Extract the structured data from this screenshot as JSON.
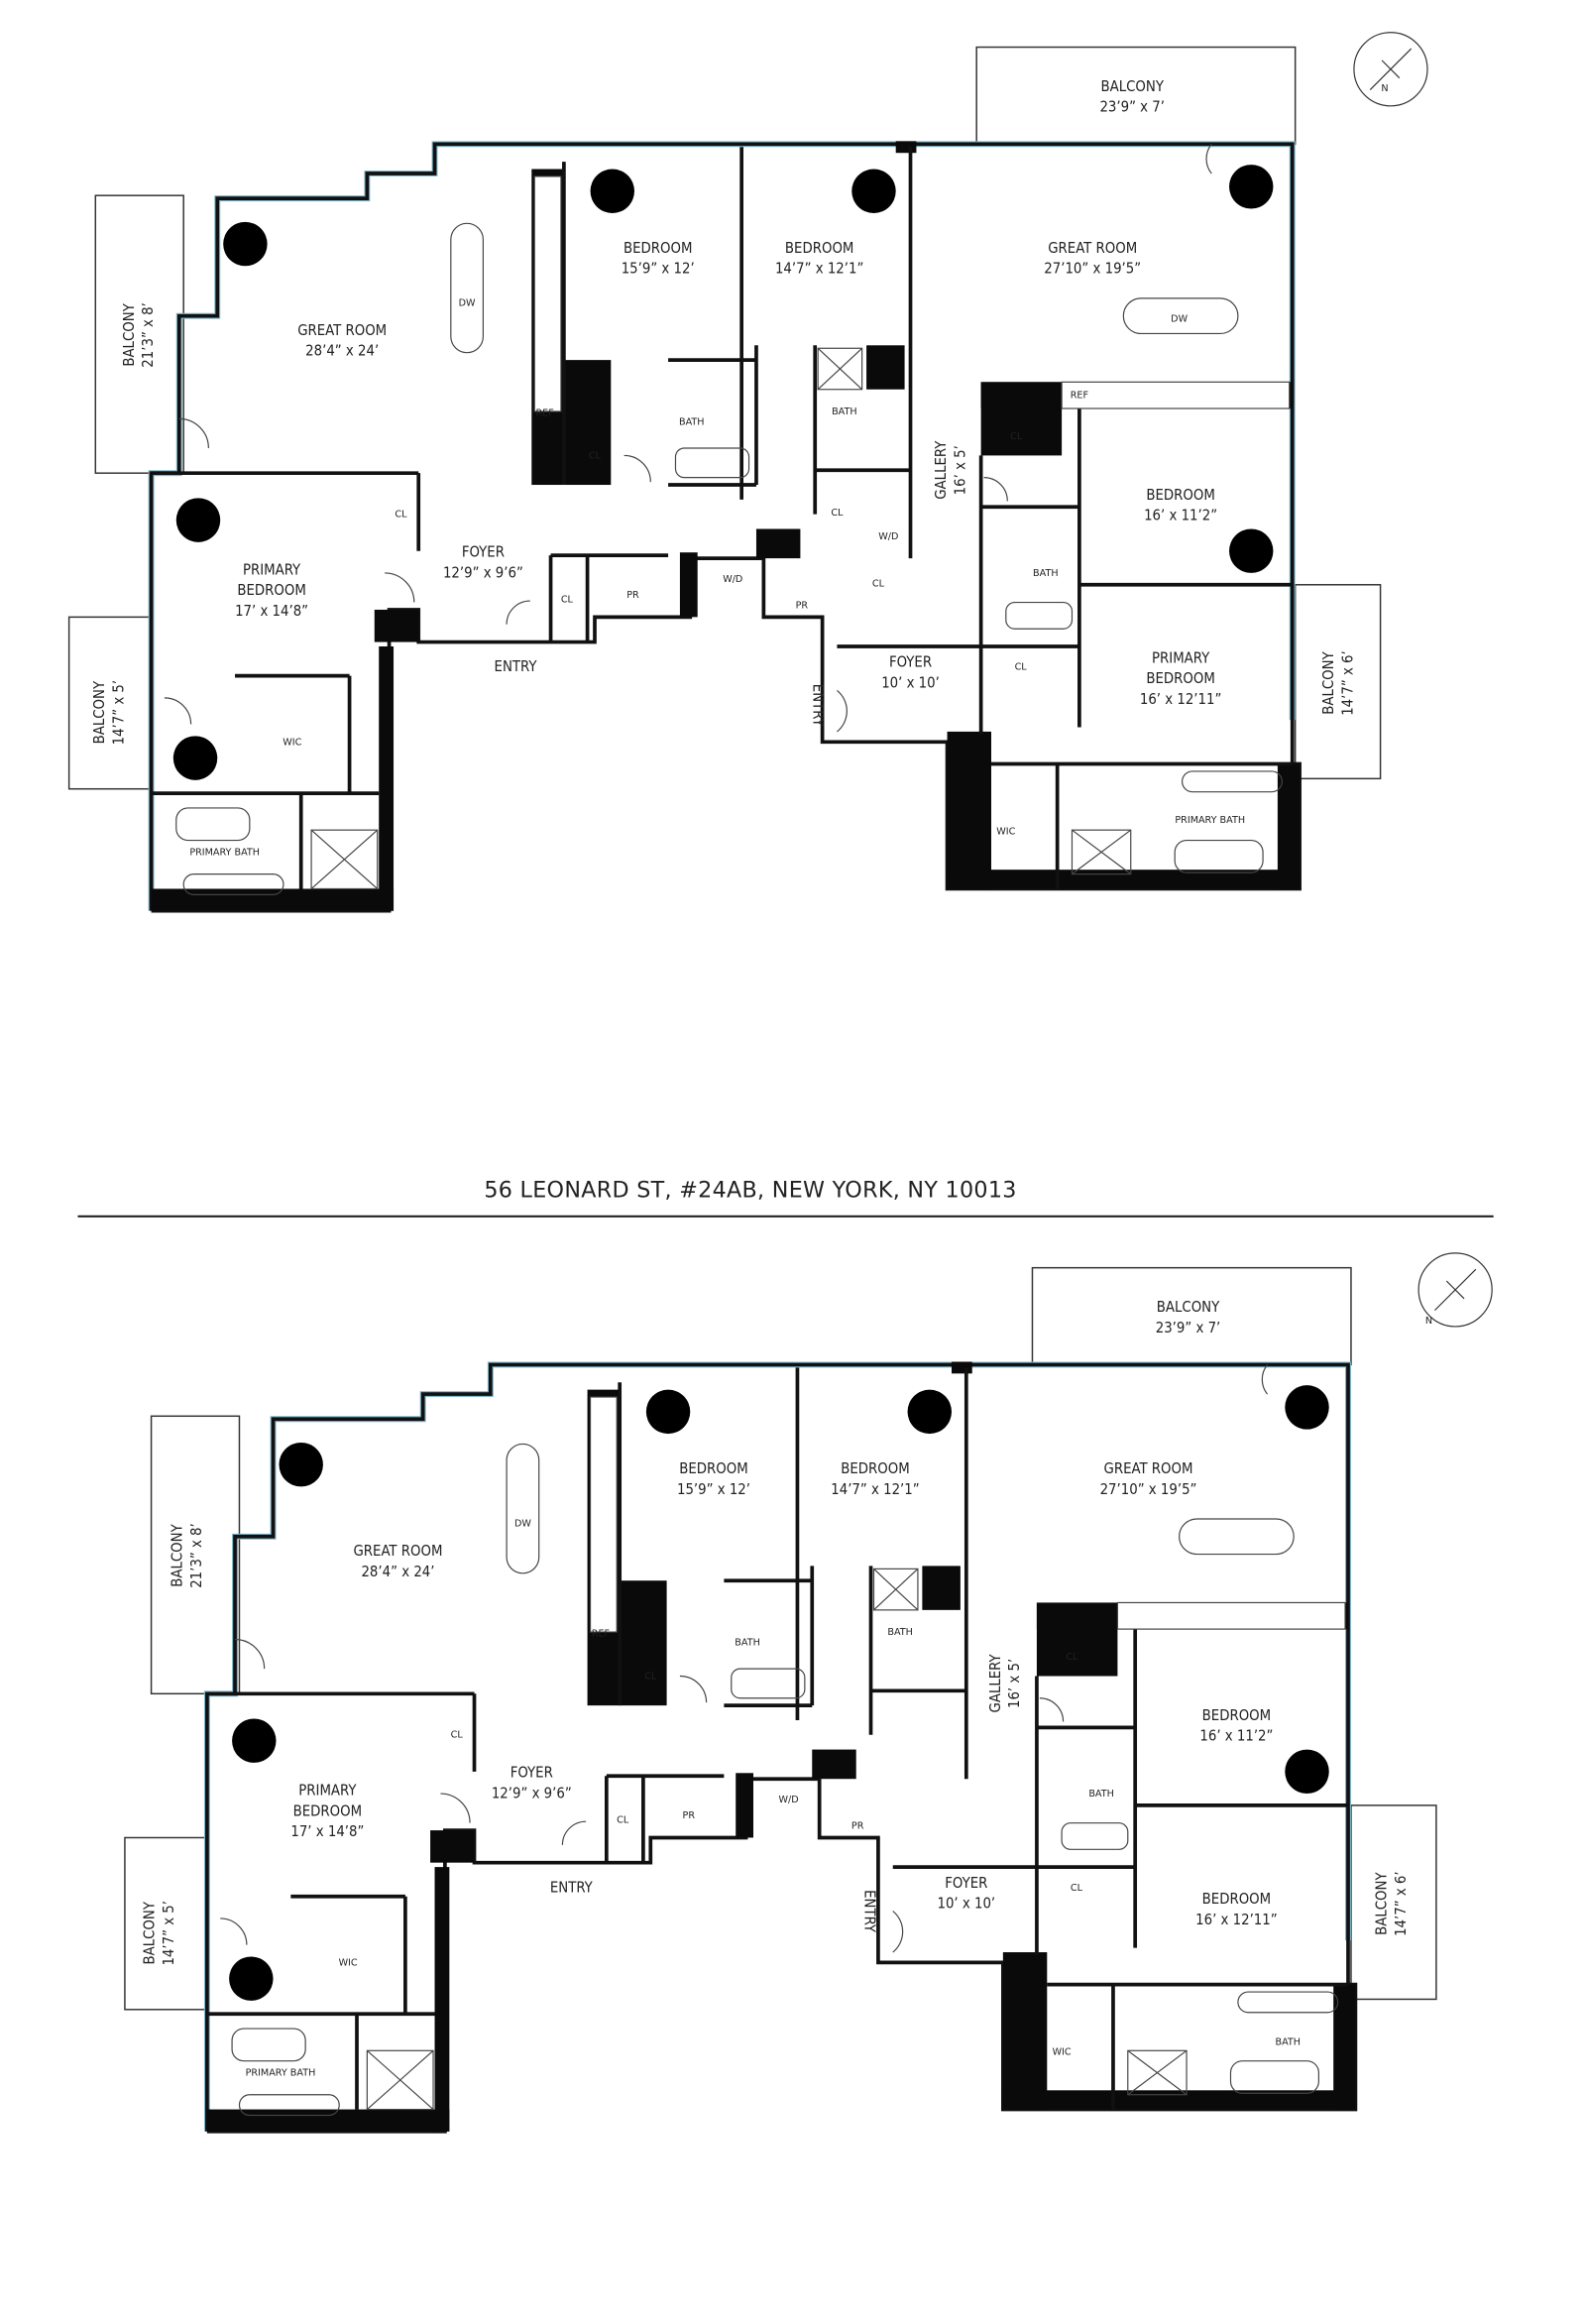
{
  "title": "56 LEONARD ST, #24AB, NEW YORK, NY 10013",
  "colors": {
    "walls": "#0a0a0a",
    "glazing": "#7fb6c9",
    "background": "#ffffff"
  },
  "icons": [
    "compass-north-arrow-icon",
    "column-marker-icon"
  ],
  "plan_top": {
    "balcony_top": [
      "BALCONY",
      "23’9” x 7’"
    ],
    "balcony_left": [
      "BALCONY",
      "21’3” x 8’"
    ],
    "balcony_left_lower": [
      "BALCONY",
      "14’7” x 5’"
    ],
    "balcony_right": [
      "BALCONY",
      "14’7” x 6’"
    ],
    "great_room_left": [
      "GREAT ROOM",
      "28’4” x 24’"
    ],
    "great_room_right": [
      "GREAT ROOM",
      "27’10” x 19’5”"
    ],
    "bedroom_1": [
      "BEDROOM",
      "15’9” x 12’"
    ],
    "bedroom_2": [
      "BEDROOM",
      "14’7” x 12’1”"
    ],
    "bedroom_3": [
      "BEDROOM",
      "16’ x 11’2”"
    ],
    "primary_bedroom_left": [
      "PRIMARY",
      "BEDROOM",
      "17’ x 14’8”"
    ],
    "primary_bedroom_right": [
      "PRIMARY",
      "BEDROOM",
      "16’ x 12’11”"
    ],
    "foyer_left": [
      "FOYER",
      "12’9” x 9’6”"
    ],
    "foyer_right": [
      "FOYER",
      "10’ x 10’"
    ],
    "gallery": [
      "GALLERY",
      "16’ x 5’"
    ],
    "entry": "ENTRY",
    "dw": "DW",
    "ref": "REF",
    "cl": "CL",
    "bath": "BATH",
    "pr": "PR",
    "wd": "W/D",
    "wic": "WIC",
    "primary_bath": "PRIMARY BATH"
  },
  "plan_bottom": {
    "balcony_top": [
      "BALCONY",
      "23’9” x 7’"
    ],
    "balcony_left": [
      "BALCONY",
      "21’3” x 8’"
    ],
    "balcony_left_lower": [
      "BALCONY",
      "14’7” x 5’"
    ],
    "balcony_right": [
      "BALCONY",
      "14’7” x 6’"
    ],
    "great_room_left": [
      "GREAT ROOM",
      "28’4” x 24’"
    ],
    "great_room_right": [
      "GREAT ROOM",
      "27’10” x 19’5”"
    ],
    "bedroom_1": [
      "BEDROOM",
      "15’9” x 12’"
    ],
    "bedroom_2": [
      "BEDROOM",
      "14’7” x 12’1”"
    ],
    "bedroom_3": [
      "BEDROOM",
      "16’ x 11’2”"
    ],
    "bedroom_4": [
      "BEDROOM",
      "16’ x 12’11”"
    ],
    "primary_bedroom_left": [
      "PRIMARY",
      "BEDROOM",
      "17’ x 14’8”"
    ],
    "foyer_left": [
      "FOYER",
      "12’9” x 9’6”"
    ],
    "foyer_right": [
      "FOYER",
      "10’ x 10’"
    ],
    "gallery": [
      "GALLERY",
      "16’ x 5’"
    ],
    "entry": "ENTRY",
    "dw": "DW",
    "ref": "REF",
    "cl": "CL",
    "bath": "BATH",
    "pr": "PR",
    "wd": "W/D",
    "wic": "WIC",
    "primary_bath": "PRIMARY BATH"
  }
}
